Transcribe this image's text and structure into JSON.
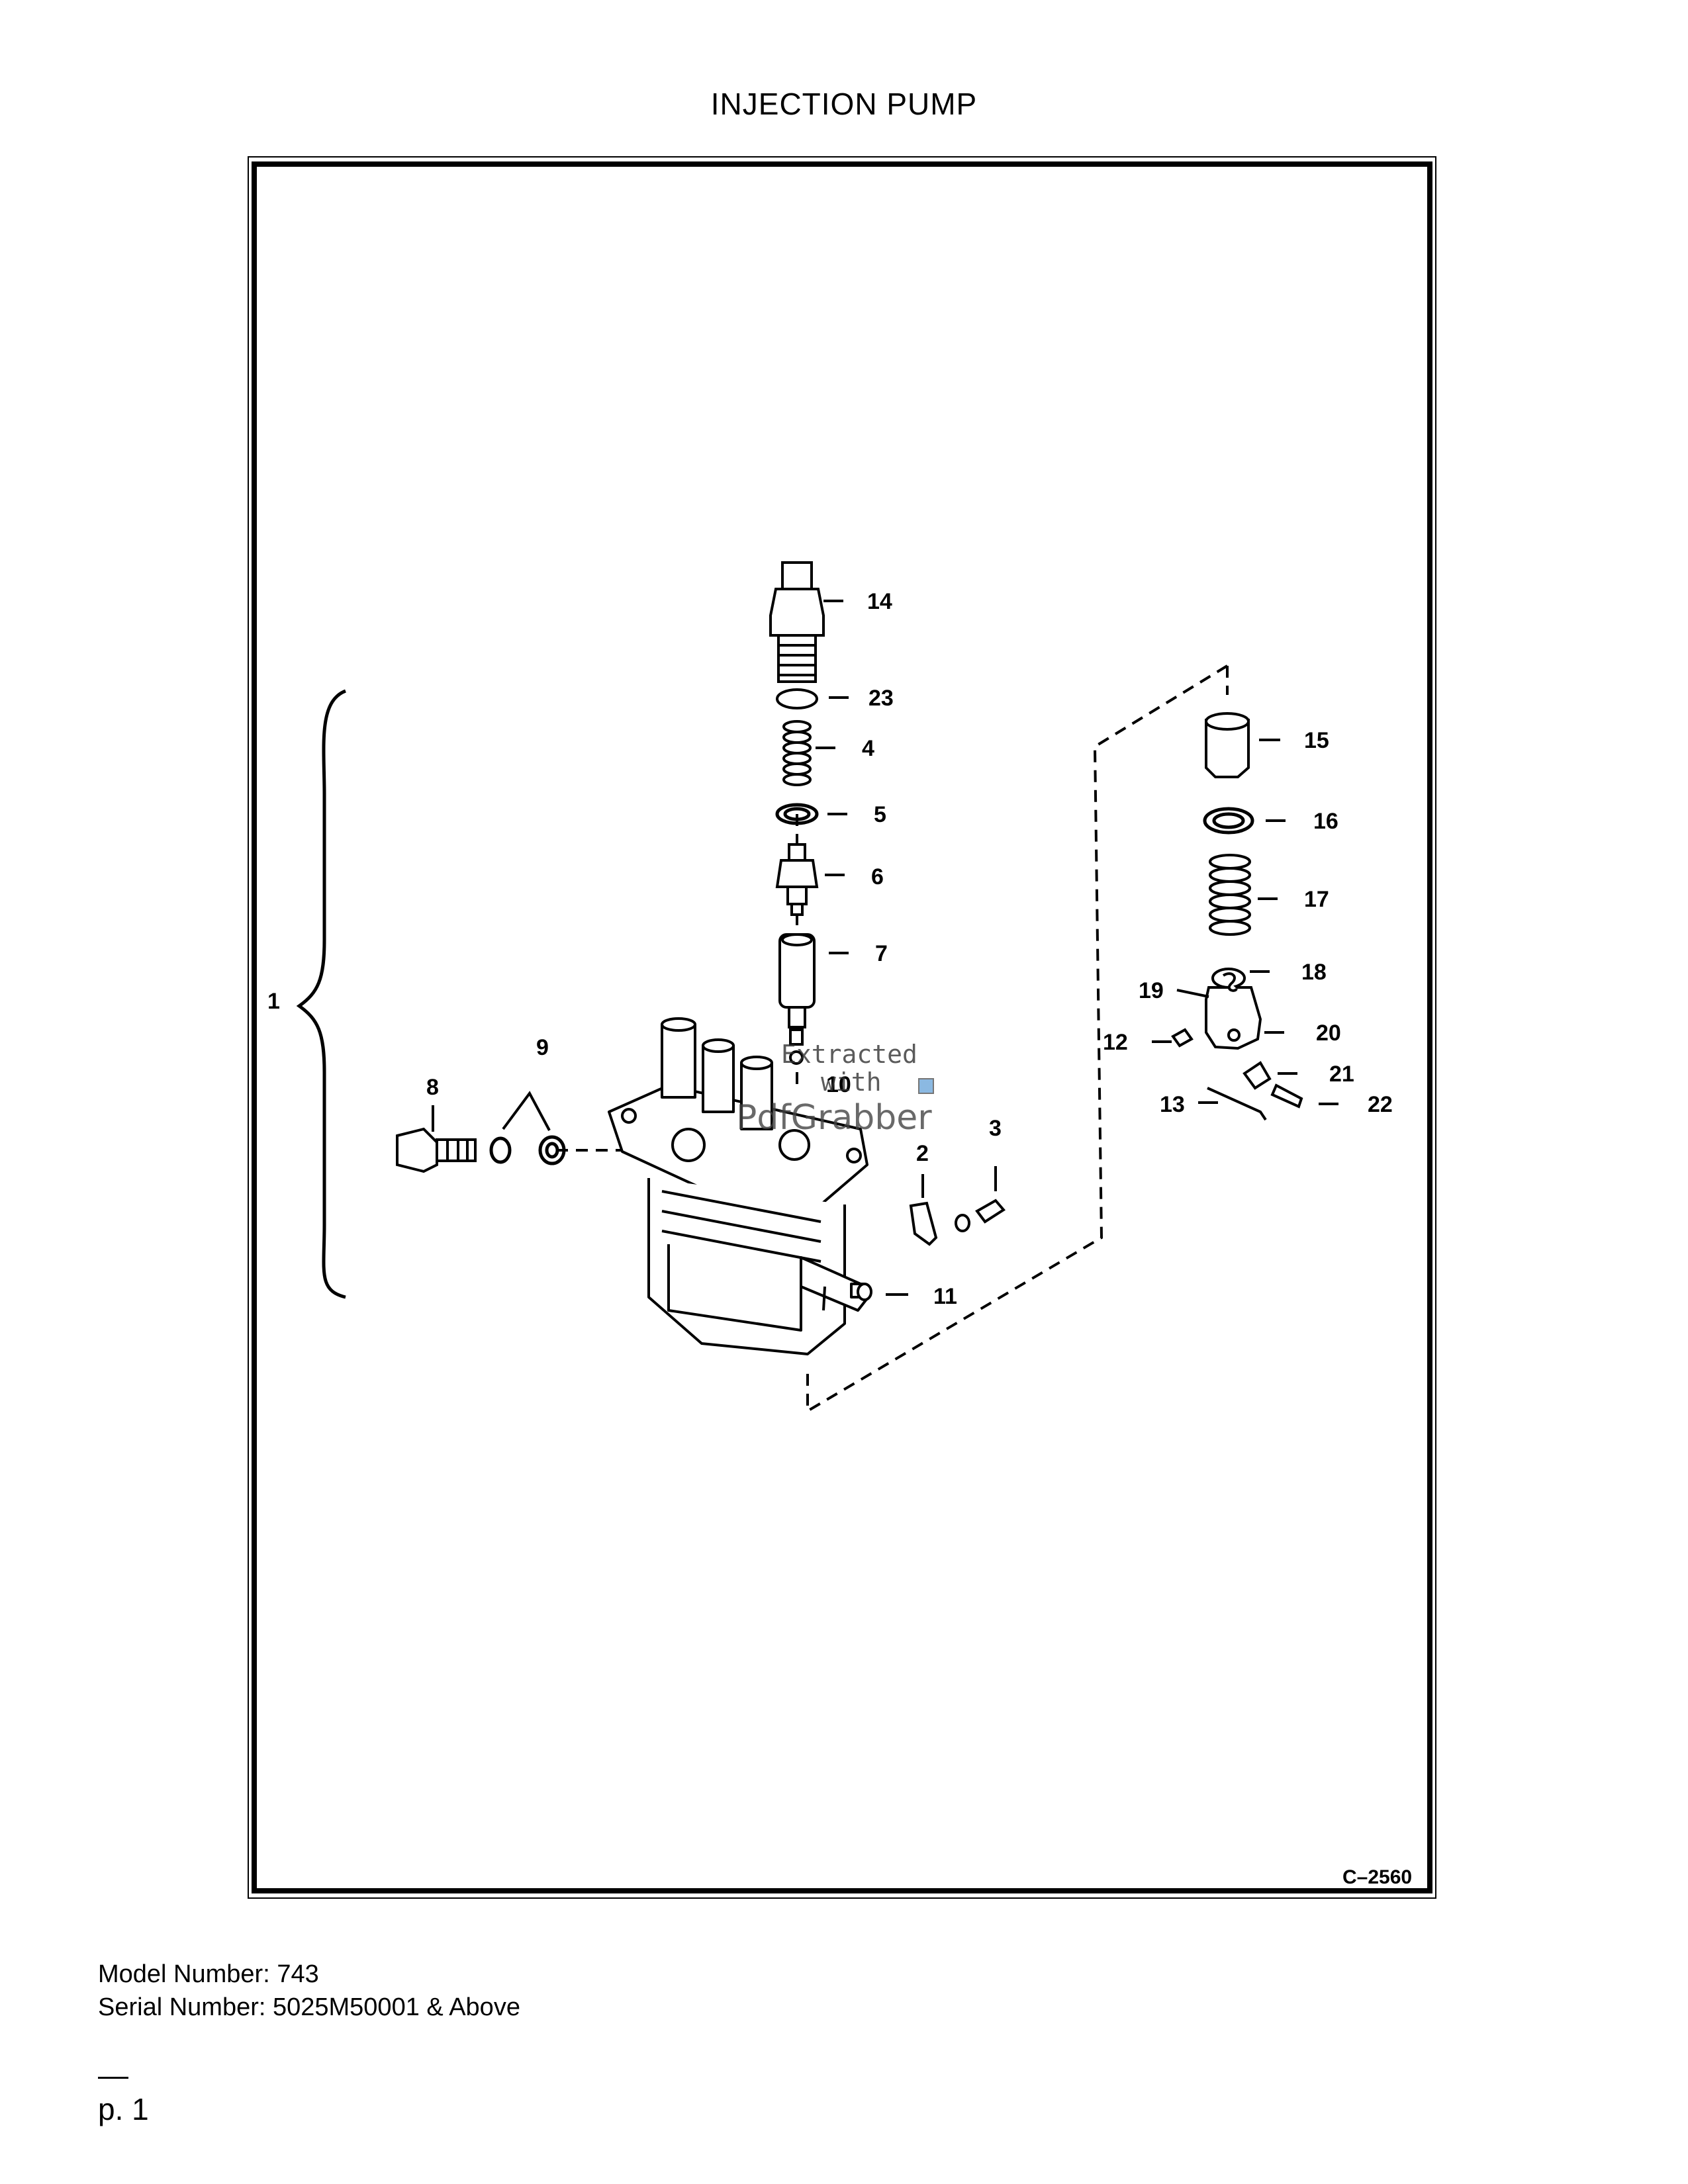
{
  "title": "INJECTION PUMP",
  "figure": {
    "code": "C–2560",
    "callouts": [
      "1",
      "2",
      "3",
      "4",
      "5",
      "6",
      "7",
      "8",
      "9",
      "10",
      "11",
      "12",
      "13",
      "14",
      "15",
      "16",
      "17",
      "18",
      "19",
      "20",
      "21",
      "22",
      "23"
    ],
    "watermark": {
      "line1": "Extracted",
      "line2": "with",
      "brand": "PdfGrabber"
    }
  },
  "footer": {
    "model": "Model Number: 743",
    "serial": "Serial Number: 5025M50001 & Above"
  },
  "page": "p. 1"
}
